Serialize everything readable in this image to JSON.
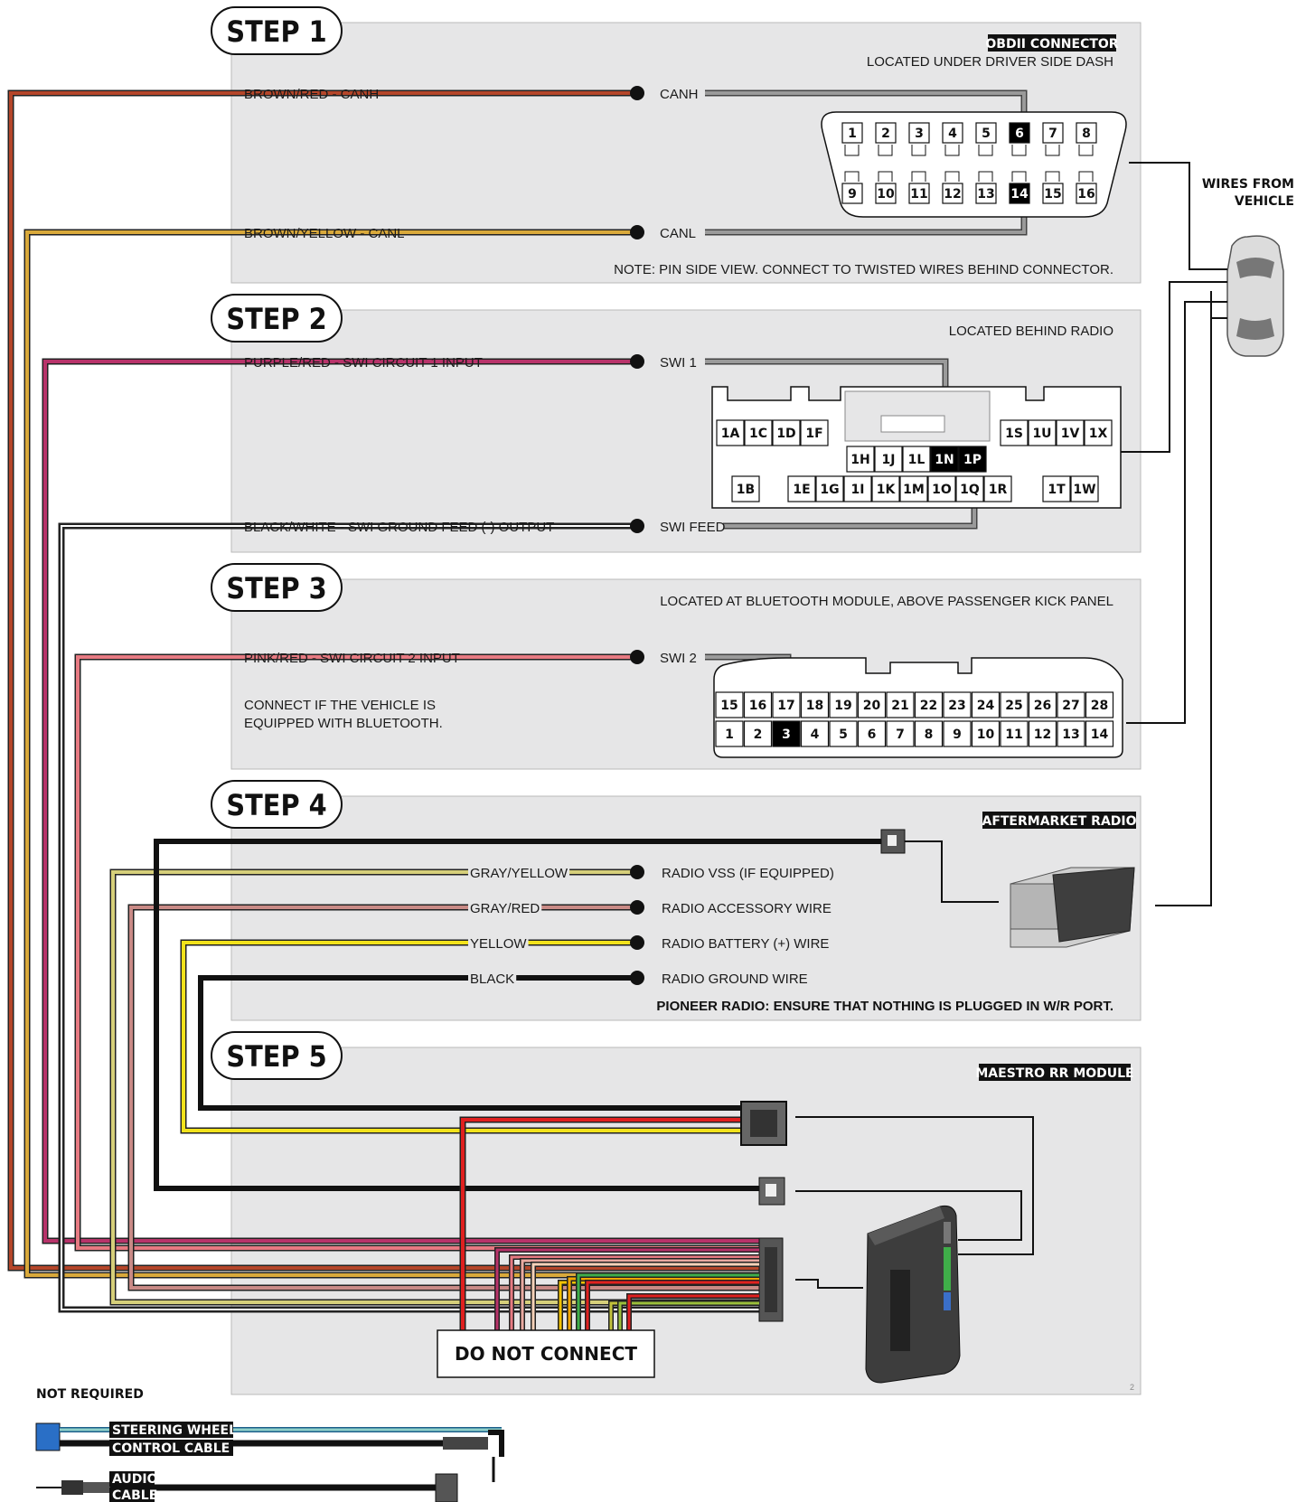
{
  "steps": [
    {
      "label": "STEP 1"
    },
    {
      "label": "STEP 2"
    },
    {
      "label": "STEP 3"
    },
    {
      "label": "STEP 4"
    },
    {
      "label": "STEP 5"
    }
  ],
  "step1": {
    "tag": "OBDII CONNECTOR",
    "location": "LOCATED UNDER DRIVER SIDE DASH",
    "wire1_label": "BROWN/RED - CANH",
    "wire1_target": "CANH",
    "wire2_label": "BROWN/YELLOW - CANL",
    "wire2_target": "CANL",
    "note": "NOTE: PIN SIDE VIEW. CONNECT TO TWISTED WIRES BEHIND CONNECTOR.",
    "pins_top": [
      "1",
      "2",
      "3",
      "4",
      "5",
      "6",
      "7",
      "8"
    ],
    "pins_bottom": [
      "9",
      "10",
      "11",
      "12",
      "13",
      "14",
      "15",
      "16"
    ],
    "highlight": [
      "6",
      "14"
    ]
  },
  "step2": {
    "location": "LOCATED BEHIND RADIO",
    "wire1_label": "PURPLE/RED  - SWI CIRCUIT 1 INPUT",
    "wire1_target": "SWI 1",
    "wire2_label": "BLACK/WHITE - SWI GROUND FEED (-) OUTPUT",
    "wire2_target": "SWI FEED",
    "row_left": [
      "1A",
      "1C",
      "1D",
      "1F"
    ],
    "row_right": [
      "1S",
      "1U",
      "1V",
      "1X"
    ],
    "row_mid": [
      "1H",
      "1J",
      "1L",
      "1N",
      "1P"
    ],
    "row_bottom_left": [
      "1B"
    ],
    "row_bottom": [
      "1E",
      "1G",
      "1I",
      "1K",
      "1M",
      "1O",
      "1Q",
      "1R"
    ],
    "row_bottom_right": [
      "1T",
      "1W"
    ],
    "highlight": [
      "1N",
      "1P"
    ]
  },
  "step3": {
    "location": "LOCATED AT BLUETOOTH MODULE, ABOVE PASSENGER KICK PANEL",
    "wire1_label": "PINK/RED  - SWI CIRCUIT 2 INPUT",
    "wire1_target": "SWI 2",
    "note_line1": "CONNECT IF THE VEHICLE IS",
    "note_line2": "EQUIPPED WITH BLUETOOTH.",
    "pins_top": [
      "15",
      "16",
      "17",
      "18",
      "19",
      "20",
      "21",
      "22",
      "23",
      "24",
      "25",
      "26",
      "27",
      "28"
    ],
    "pins_bottom": [
      "1",
      "2",
      "3",
      "4",
      "5",
      "6",
      "7",
      "8",
      "9",
      "10",
      "11",
      "12",
      "13",
      "14"
    ],
    "highlight": [
      "3"
    ]
  },
  "step4": {
    "tag": "AFTERMARKET RADIO",
    "wires": [
      {
        "label": "GRAY/YELLOW",
        "target": "RADIO VSS (IF EQUIPPED)"
      },
      {
        "label": "GRAY/RED",
        "target": "RADIO ACCESSORY WIRE"
      },
      {
        "label": "YELLOW",
        "target": "RADIO BATTERY (+) WIRE"
      },
      {
        "label": "BLACK",
        "target": "RADIO GROUND WIRE"
      }
    ],
    "note": "PIONEER RADIO: ENSURE THAT NOTHING IS PLUGGED IN W/R PORT."
  },
  "step5": {
    "tag": "MAESTRO RR MODULE",
    "do_not_connect": "DO NOT CONNECT",
    "page_number": "2"
  },
  "vehicle": {
    "line1": "WIRES FROM",
    "line2": "VEHICLE"
  },
  "not_required": {
    "title": "NOT REQUIRED",
    "cable1_line1": "STEERING WHEEL",
    "cable1_line2": "CONTROL CABLE",
    "cable2_line1": "AUDIO",
    "cable2_line2": "CABLE"
  },
  "colors": {
    "panel": "#e6e6e7",
    "brown_red": "#b5462a",
    "brown_yellow": "#d9a93b",
    "purple_red": "#b8336a",
    "pink_red": "#e77a82",
    "gray": "#8d8d8d",
    "yellow": "#f2e21b",
    "red": "#e0201f",
    "highlight": "#000000"
  }
}
